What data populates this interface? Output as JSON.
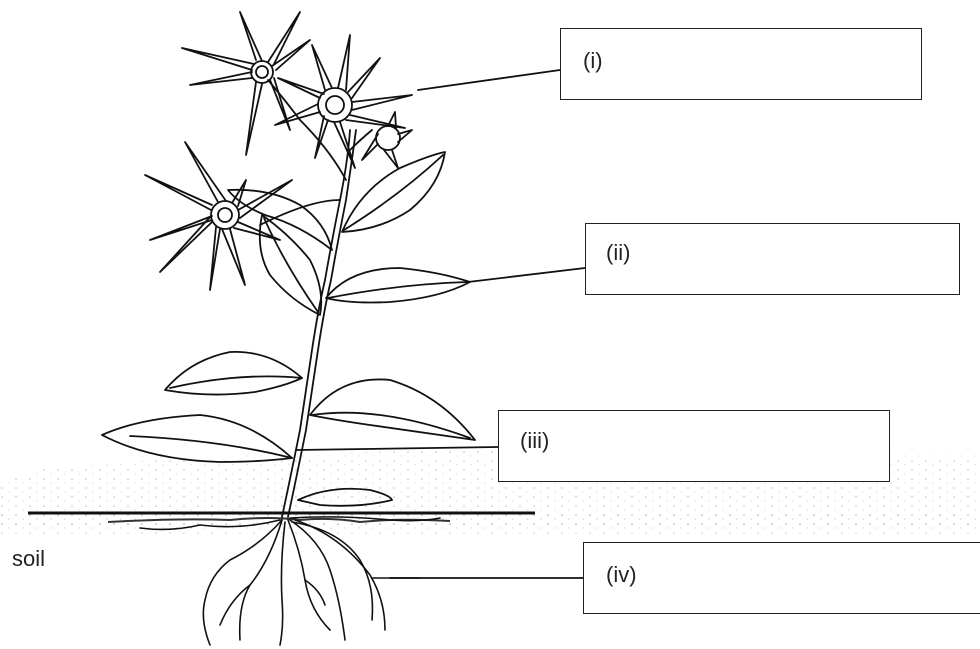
{
  "diagram": {
    "labels": {
      "i": "(i)",
      "ii": "(ii)",
      "iii": "(iii)",
      "iv": "(iv)"
    },
    "soil_label": "soil"
  }
}
